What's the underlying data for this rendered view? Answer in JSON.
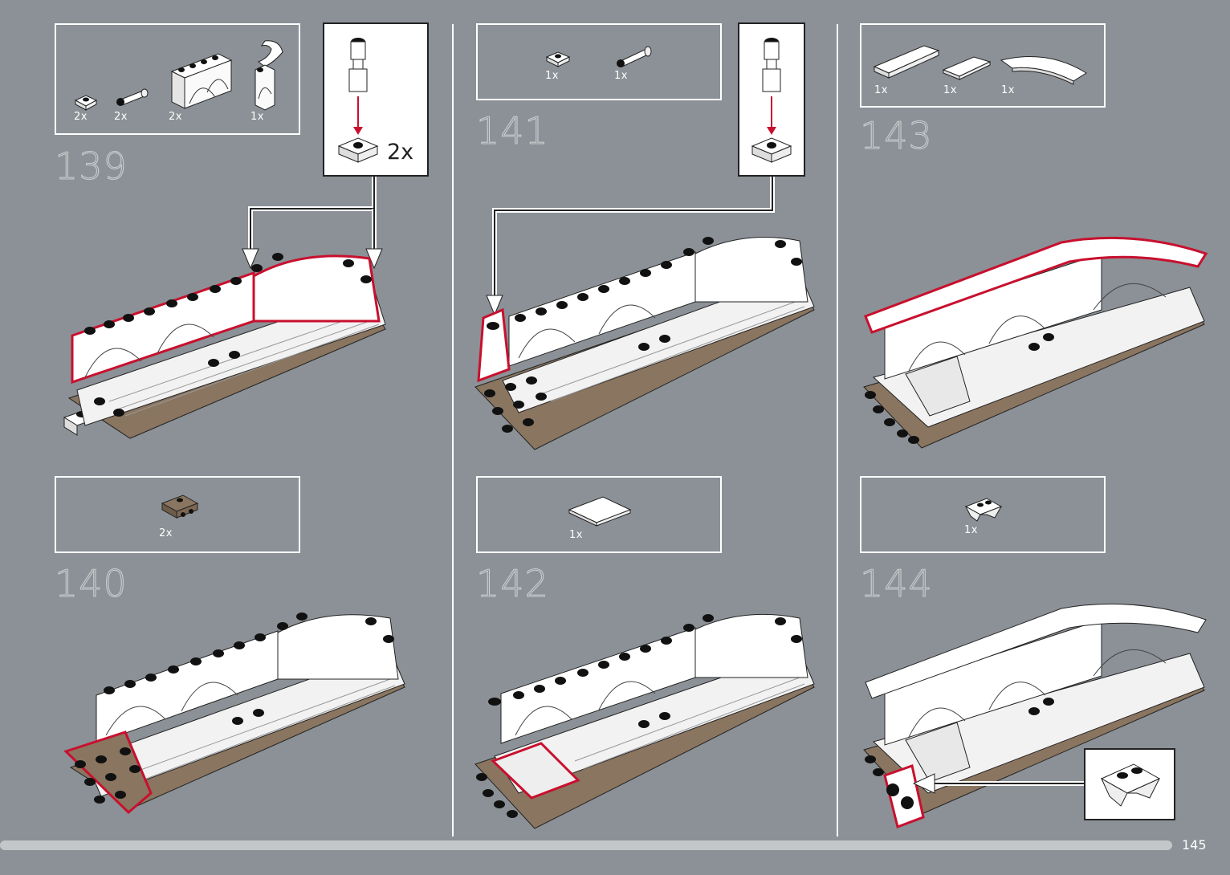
{
  "page_number": "145",
  "steps": [
    {
      "number": "139",
      "parts": [
        {
          "icon": "white-round-plate-1x1-icon",
          "qty": "2x"
        },
        {
          "icon": "black-bar-holder-icon",
          "qty": "2x"
        },
        {
          "icon": "white-fence-1x4-icon",
          "qty": "2x"
        },
        {
          "icon": "white-arch-curved-icon",
          "qty": "1x"
        }
      ],
      "subassembly_qty": "2x"
    },
    {
      "number": "140",
      "parts": [
        {
          "icon": "tan-bracket-plate-icon",
          "qty": "2x"
        }
      ]
    },
    {
      "number": "141",
      "parts": [
        {
          "icon": "white-plate-1x1-stud-icon",
          "qty": "1x"
        },
        {
          "icon": "black-bar-holder-icon",
          "qty": "1x"
        }
      ]
    },
    {
      "number": "142",
      "parts": [
        {
          "icon": "white-tile-2x2-icon",
          "qty": "1x"
        }
      ]
    },
    {
      "number": "143",
      "parts": [
        {
          "icon": "white-tile-long-icon",
          "qty": "1x"
        },
        {
          "icon": "white-tile-short-icon",
          "qty": "1x"
        },
        {
          "icon": "white-curved-tile-icon",
          "qty": "1x"
        }
      ]
    },
    {
      "number": "144",
      "parts": [
        {
          "icon": "white-tooth-plate-icon",
          "qty": "1x"
        }
      ]
    }
  ],
  "colors": {
    "background": "#8b9196",
    "highlight": "#c8102e",
    "tan": "#8a7560",
    "white": "#ffffff"
  }
}
